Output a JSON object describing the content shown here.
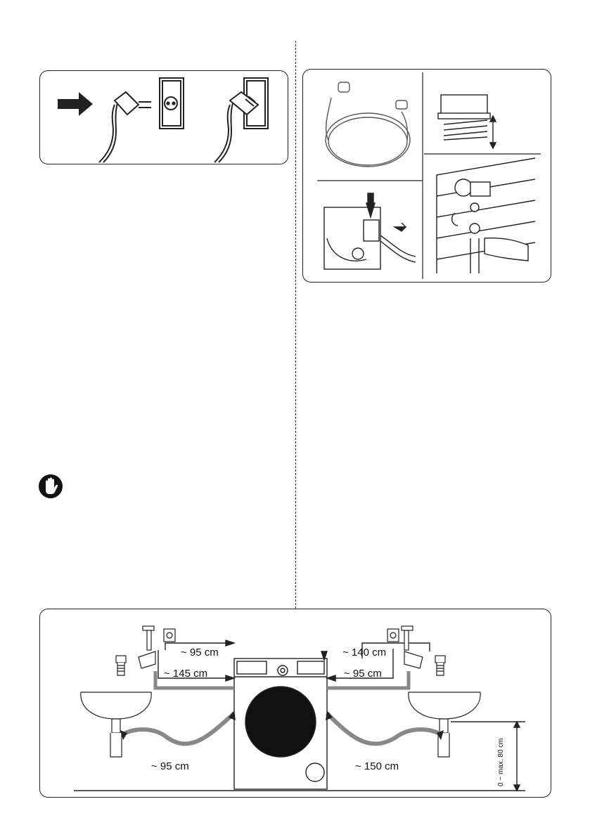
{
  "install": {
    "hose_length_labels": {
      "left_socket": "~ 95 cm",
      "left_tap": "~ 145 cm",
      "right_tap": "~ 140 cm",
      "right_socket": "~ 95 cm",
      "left_drain": "~ 95 cm",
      "right_drain": "~ 150 cm",
      "drain_height": "0 ~ max. 80 cm"
    }
  },
  "icons": {
    "arrow": "right-arrow-icon",
    "stop": "stop-hand-icon"
  }
}
